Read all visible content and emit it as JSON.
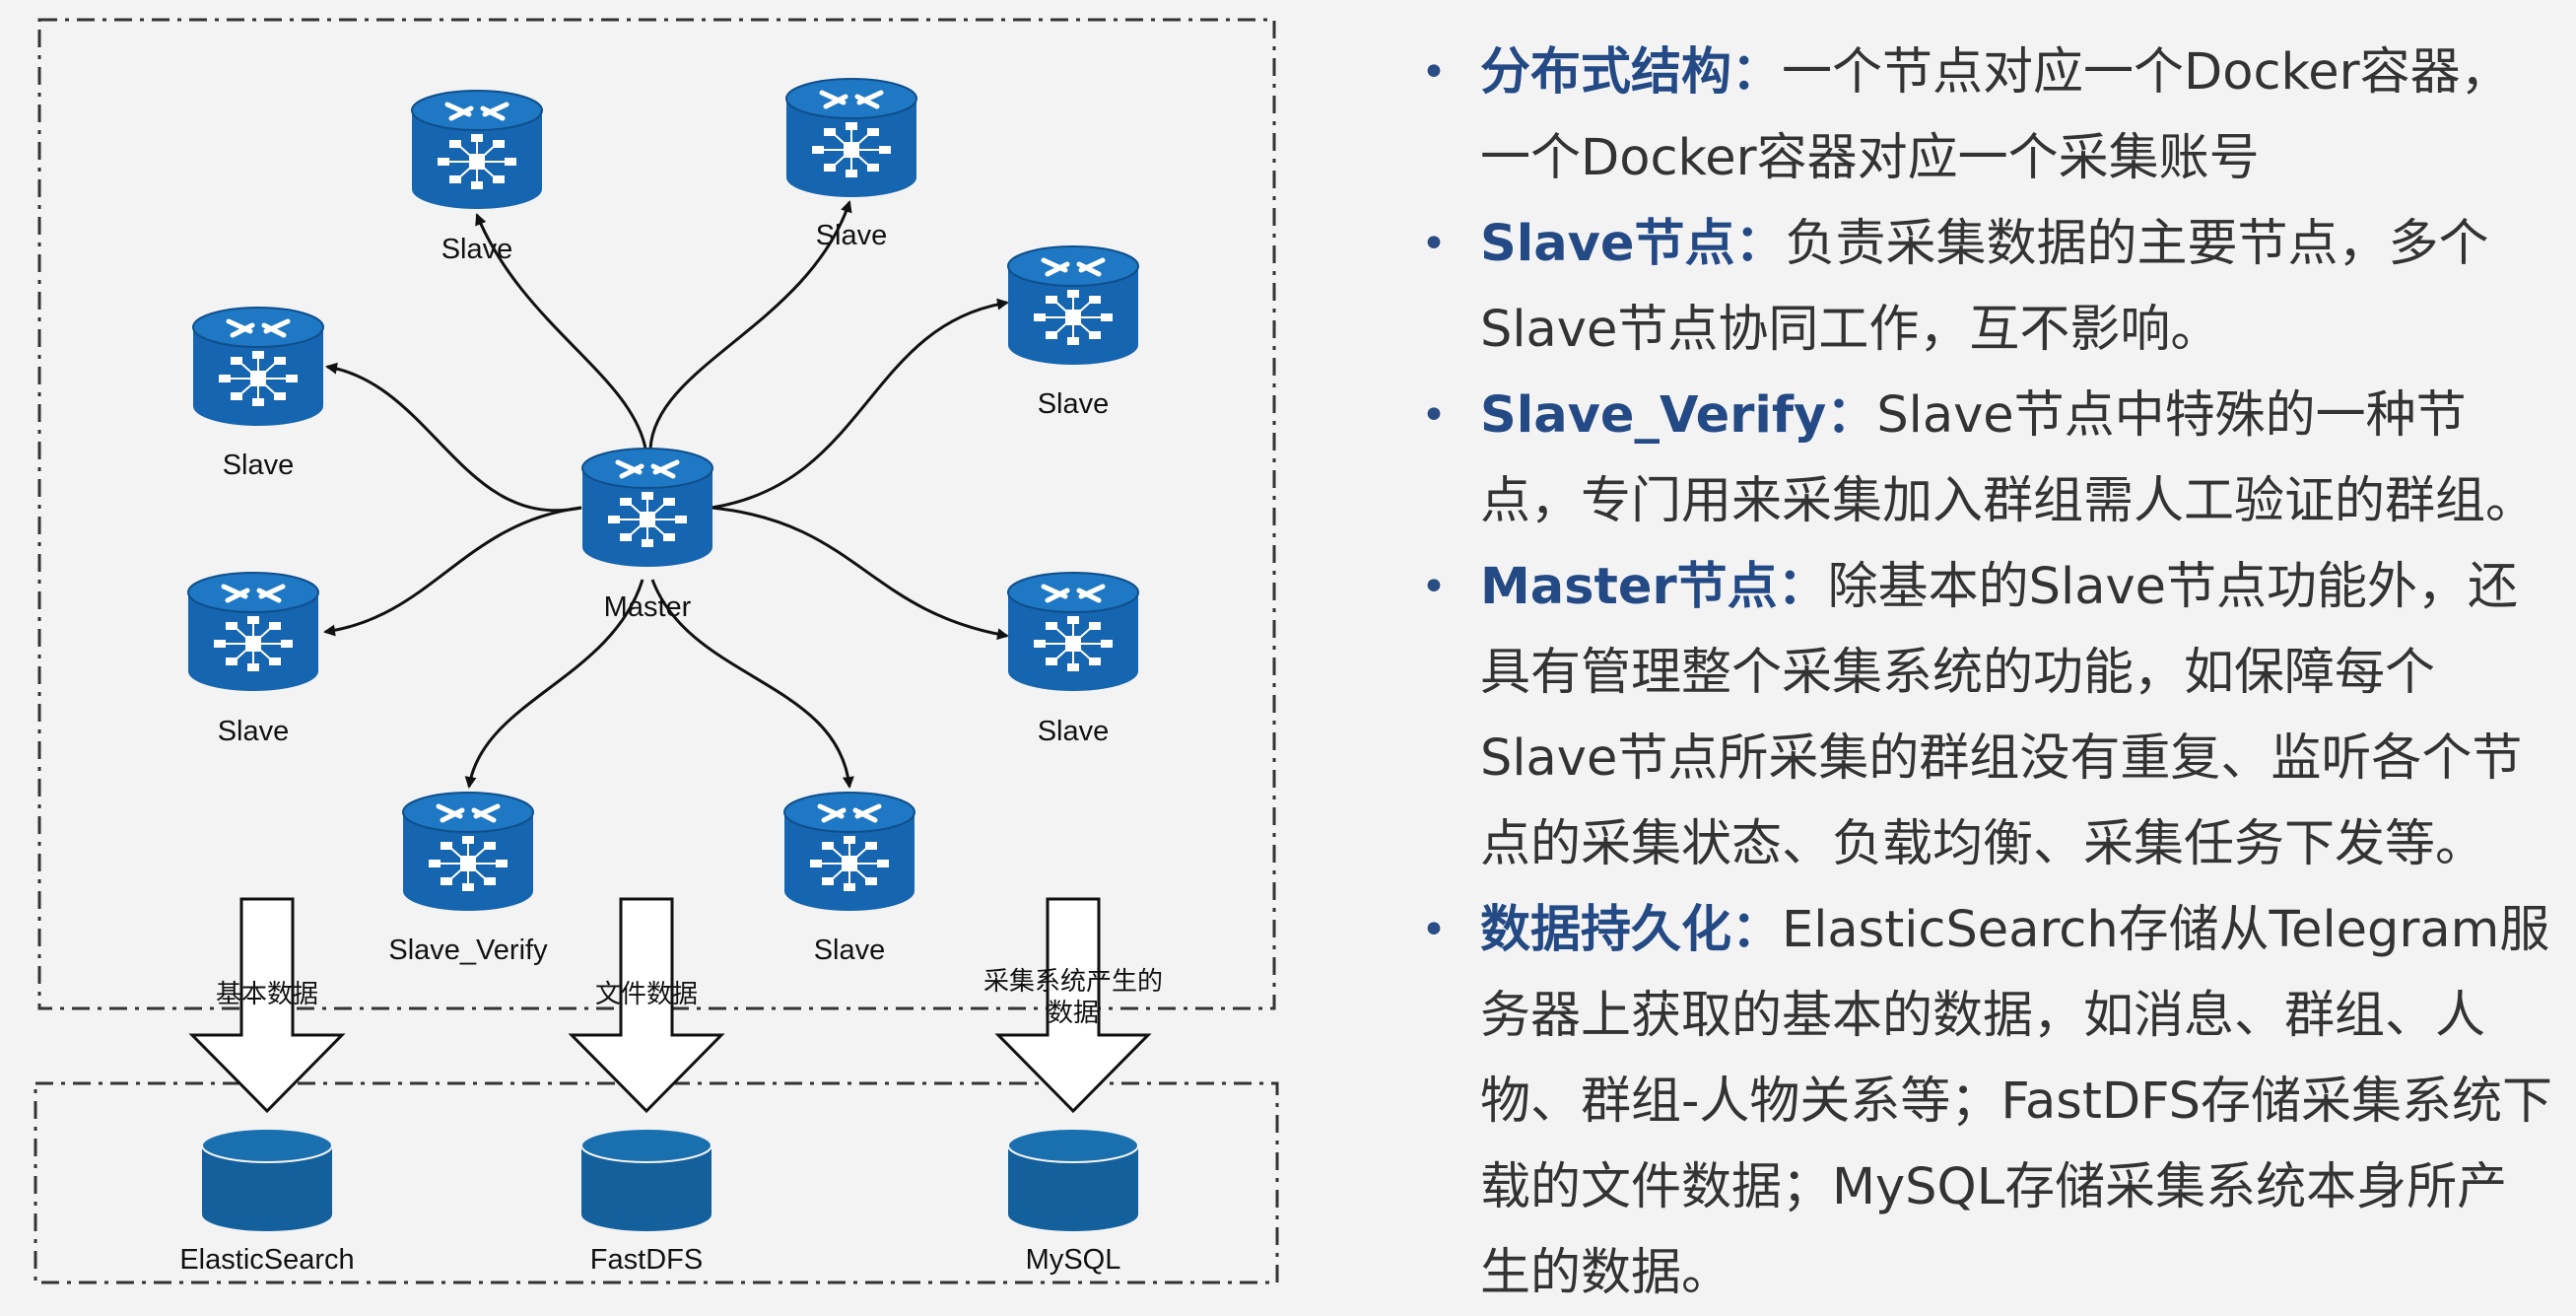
{
  "diagram": {
    "nodes": [
      {
        "id": "slave_top_left",
        "label": "Slave",
        "role": "slave"
      },
      {
        "id": "slave_top_right",
        "label": "Slave",
        "role": "slave"
      },
      {
        "id": "slave_left_upper",
        "label": "Slave",
        "role": "slave"
      },
      {
        "id": "slave_right_upper",
        "label": "Slave",
        "role": "slave"
      },
      {
        "id": "master",
        "label": "Master",
        "role": "master"
      },
      {
        "id": "slave_left_lower",
        "label": "Slave",
        "role": "slave"
      },
      {
        "id": "slave_right_lower",
        "label": "Slave",
        "role": "slave"
      },
      {
        "id": "slave_verify",
        "label": "Slave_Verify",
        "role": "slave_verify"
      },
      {
        "id": "slave_bottom",
        "label": "Slave",
        "role": "slave"
      }
    ],
    "edges": [
      {
        "from": "master",
        "to": "slave_top_left"
      },
      {
        "from": "master",
        "to": "slave_top_right"
      },
      {
        "from": "master",
        "to": "slave_left_upper"
      },
      {
        "from": "master",
        "to": "slave_right_upper"
      },
      {
        "from": "master",
        "to": "slave_left_lower"
      },
      {
        "from": "master",
        "to": "slave_right_lower"
      },
      {
        "from": "master",
        "to": "slave_verify"
      },
      {
        "from": "master",
        "to": "slave_bottom"
      }
    ],
    "flows": [
      {
        "label": "基本数据",
        "target": "ElasticSearch"
      },
      {
        "label": "文件数据",
        "target": "FastDFS"
      },
      {
        "label": "采集系统产生的数据",
        "target": "MySQL"
      }
    ],
    "stores": [
      "ElasticSearch",
      "FastDFS",
      "MySQL"
    ],
    "colors": {
      "router": "#1565b0",
      "database": "#14609c",
      "frame": "#333333"
    },
    "icons": {
      "node": "router-icon",
      "store": "database-icon",
      "flow": "down-arrow-icon"
    }
  },
  "bullets": [
    {
      "term": "分布式结构：",
      "text": "一个节点对应一个Docker容器，一个Docker容器对应一个采集账号"
    },
    {
      "term": "Slave节点：",
      "text": "负责采集数据的主要节点，多个Slave节点协同工作，互不影响。"
    },
    {
      "term": "Slave_Verify：",
      "text": "Slave节点中特殊的一种节点，专门用来采集加入群组需人工验证的群组。"
    },
    {
      "term": "Master节点：",
      "text": "除基本的Slave节点功能外，还具有管理整个采集系统的功能，如保障每个Slave节点所采集的群组没有重复、监听各个节点的采集状态、负载均衡、采集任务下发等。"
    },
    {
      "term": "数据持久化：",
      "text": "ElasticSearch存储从Telegram服务器上获取的基本的数据，如消息、群组、人物、群组-人物关系等；FastDFS存储采集系统下载的文件数据；MySQL存储采集系统本身所产生的数据。"
    }
  ],
  "accent": {
    "term": "#244a85",
    "bullet": "#2b4d86",
    "body": "#333333"
  }
}
